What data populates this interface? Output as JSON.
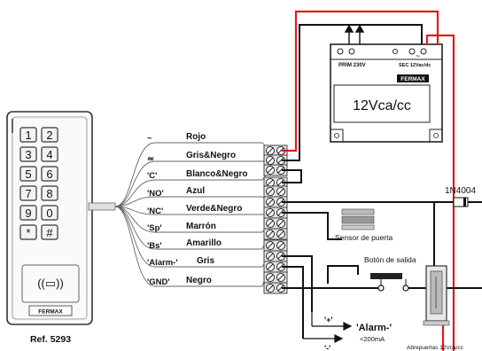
{
  "keypad": {
    "keys": [
      "1",
      "2",
      "3",
      "4",
      "5",
      "6",
      "7",
      "8",
      "9",
      "0",
      "*",
      "#"
    ],
    "reader_symbol": "((▭))",
    "brand": "FERMAX",
    "ref": "Ref. 5293"
  },
  "wires": [
    {
      "sym": "~",
      "name": "Rojo"
    },
    {
      "sym": "≃",
      "name": "Gris&Negro"
    },
    {
      "sym": "'C'",
      "name": "Blanco&Negro"
    },
    {
      "sym": "'NO'",
      "name": "Azul"
    },
    {
      "sym": "'NC'",
      "name": "Verde&Negro"
    },
    {
      "sym": "'Sp'",
      "name": "Marrón"
    },
    {
      "sym": "'Bs'",
      "name": "Amarillo"
    },
    {
      "sym": "'Alarm-'",
      "name": "Gris"
    },
    {
      "sym": "'GND'",
      "name": "Negro"
    }
  ],
  "psu": {
    "prim_label": "PRIM 230V",
    "sec_label": "SEC 12Vac/dc",
    "brand": "FERMAX",
    "voltage": "12Vca/cc"
  },
  "diode": "1N4004",
  "door_sensor": "Sensor de puerta",
  "exit_button": "Botón de salida",
  "alarm": {
    "plus": "'+'",
    "minus": "'-'",
    "label": "'Alarm-'",
    "current": "<200mA"
  },
  "door_opener": "Abrepuertas 12Vca/cc",
  "colors": {
    "red_wire": "#e21b1b",
    "black_wire": "#111111",
    "terminal": "#d9d9d9"
  }
}
